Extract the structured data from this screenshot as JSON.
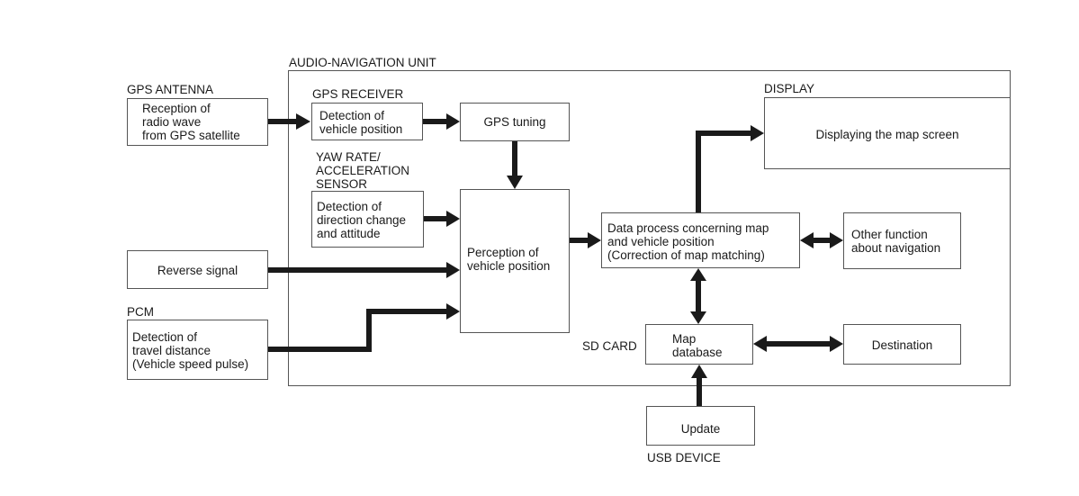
{
  "unit_label": "AUDIO-NAVIGATION UNIT",
  "gps_antenna": {
    "label": "GPS ANTENNA",
    "box": "Reception of\nradio wave\nfrom GPS satellite"
  },
  "gps_receiver": {
    "label": "GPS RECEIVER",
    "box": "Detection of\nvehicle position"
  },
  "gps_tuning": "GPS tuning",
  "yaw_sensor": {
    "label": "YAW RATE/\nACCELERATION\nSENSOR",
    "box": "Detection of\ndirection change\nand attitude"
  },
  "reverse_signal": "Reverse signal",
  "pcm": {
    "label": "PCM",
    "box": "Detection of\ntravel distance\n(Vehicle speed pulse)"
  },
  "perception": "Perception of\nvehicle position",
  "display": {
    "label": "DISPLAY",
    "box": "Displaying the map screen"
  },
  "data_process": "Data process concerning map\nand vehicle position\n(Correction of map matching)",
  "other_function": "Other function\nabout navigation",
  "sd_card": {
    "label": "SD CARD",
    "box": "Map\ndatabase"
  },
  "destination": "Destination",
  "usb_device": {
    "label": "USB DEVICE",
    "box": "Update"
  },
  "colors": {
    "arrow": "#1a1a1a",
    "border": "#555555"
  }
}
